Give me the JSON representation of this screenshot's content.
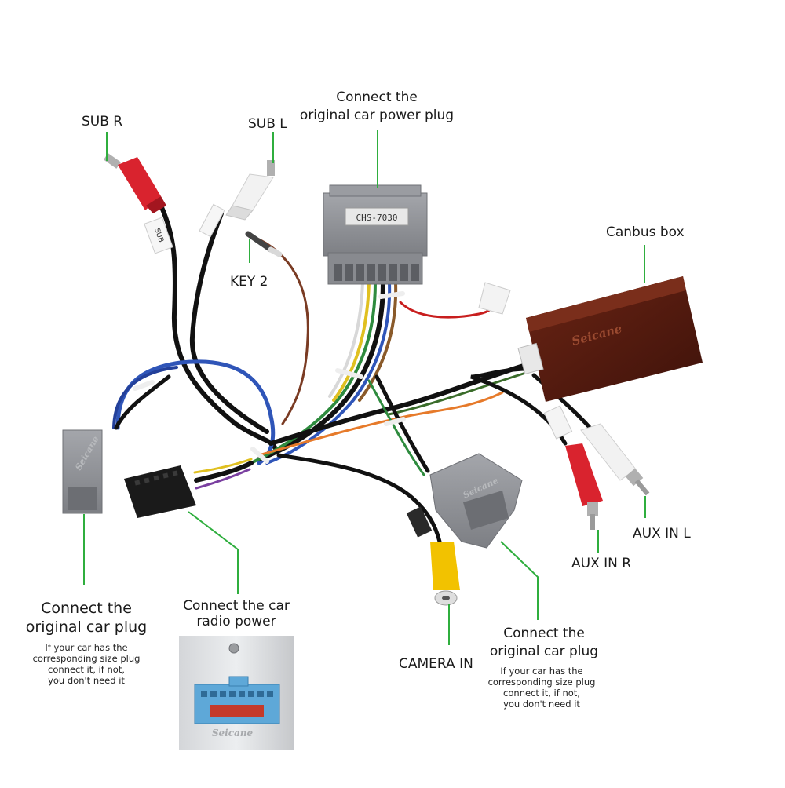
{
  "labels": {
    "sub_r": "SUB R",
    "sub_l": "SUB L",
    "key2": "KEY 2",
    "power_plug_line1": "Connect the",
    "power_plug_line2": "original car  power plug",
    "canbus_box": "Canbus box",
    "left_plug_line1": "Connect the",
    "left_plug_line2": "original car plug",
    "left_note_line1": "If your car has the",
    "left_note_line2": "corresponding size plug",
    "left_note_line3": "connect it, if not,",
    "left_note_line4": "you don't need it",
    "radio_power_line1": "Connect the car",
    "radio_power_line2": "radio  power",
    "camera_in": "CAMERA IN",
    "right_plug_line1": "Connect the",
    "right_plug_line2": "original car plug",
    "right_note_line1": "If your car has the",
    "right_note_line2": "corresponding size plug",
    "right_note_line3": "connect it, if not,",
    "right_note_line4": "you don't need it",
    "aux_in_r": "AUX IN R",
    "aux_in_l": "AUX IN L"
  },
  "parts": {
    "power_plug_model": "CHS-7030",
    "brand": "Seicane",
    "sub_tag": "SUB"
  },
  "colors": {
    "leader": "#2fae3e",
    "connector_gray": "#8f9196",
    "canbus_box": "#5a1c10",
    "rca_red": "#d9232e",
    "rca_white": "#f2f2f2",
    "rca_yellow": "#f2c200"
  }
}
